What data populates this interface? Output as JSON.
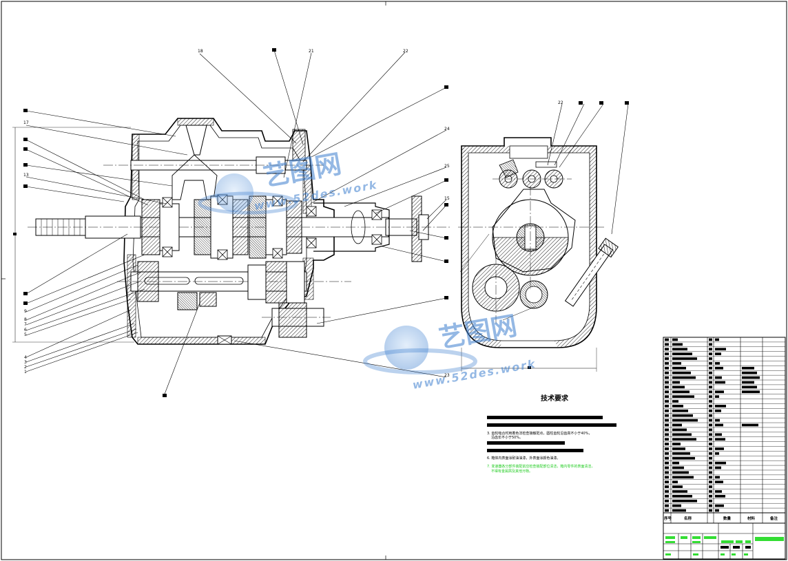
{
  "drawing": {
    "callouts_top_left": [
      "18",
      "21",
      "22"
    ],
    "callout_left": [
      "17",
      "13"
    ],
    "callout_right_main": [
      "24",
      "25",
      "15"
    ],
    "callout_side_view": [
      "22"
    ],
    "callout_bottom": [
      "23"
    ]
  },
  "technical_requirements": {
    "title": "技术要求",
    "item3_line1": "3. 齿轮啮合时用着色法检查接触斑点，圆柱齿轮沿齿高不小于40%，",
    "item3_line2": "沿齿长不小于50%。",
    "item6": "6. 箱体内表面涂耐油油漆，外表面涂颜色油漆。",
    "item7_line1": "7. 变速器各分部件装配前应检查装配部位清洁，箱内零件的表面清洁，",
    "item7_line2": "不得有金属屑及其他污物。"
  },
  "title_block": {
    "headers": [
      "序号",
      "名称",
      "数量",
      "材料",
      "备注"
    ]
  },
  "watermarks": [
    {
      "cn": "艺图网",
      "en": "www.52des.work"
    },
    {
      "cn": "艺图网",
      "en": "www.52des.work"
    }
  ],
  "colors": {
    "line": "#000000",
    "hatch": "#000000",
    "watermark": "#3d7fcf",
    "green_text": "#22cc22"
  }
}
